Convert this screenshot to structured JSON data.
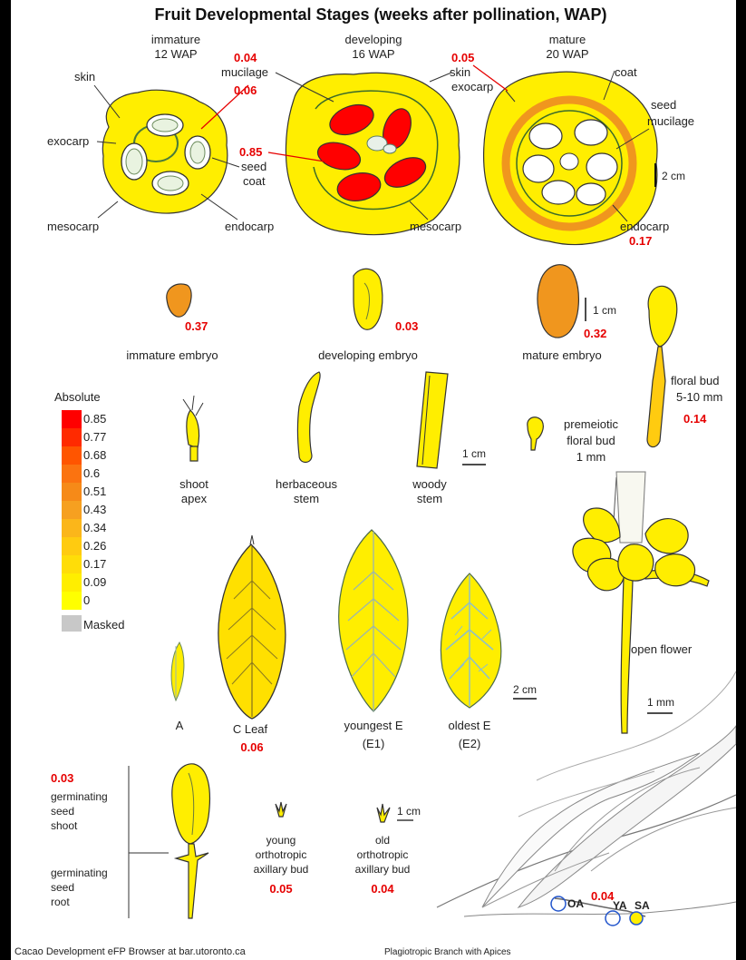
{
  "title": "Fruit Developmental Stages (weeks after pollination, WAP)",
  "colors": {
    "yellow": "#ffee00",
    "orange": "#f0961e",
    "red": "#ff0000",
    "masked": "#c8c8c8",
    "value_text": "#e60000"
  },
  "fruit": {
    "immature": {
      "stage": "immature",
      "wap": "12 WAP",
      "skin": "skin",
      "exocarp": "exocarp",
      "mesocarp": "mesocarp",
      "endocarp": "endocarp",
      "seed": "seed",
      "coat": "coat"
    },
    "developing": {
      "stage": "developing",
      "wap": "16 WAP",
      "mucilage": "mucilage",
      "mucilage_val": "0.04",
      "val_06": "0.06",
      "seed_coat_val": "0.85",
      "mesocarp": "mesocarp"
    },
    "mature": {
      "stage": "mature",
      "wap": "20 WAP",
      "skin": "skin",
      "skin_val": "0.05",
      "exocarp": "exocarp",
      "coat": "coat",
      "seed": "seed",
      "mucilage": "mucilage",
      "endocarp": "endocarp",
      "endocarp_val": "0.17",
      "scale": "2 cm"
    }
  },
  "embryos": {
    "immature": {
      "label": "immature embryo",
      "value": "0.37"
    },
    "developing": {
      "label": "developing embryo",
      "value": "0.03"
    },
    "mature": {
      "label": "mature embryo",
      "value": "0.32",
      "scale": "1 cm"
    }
  },
  "legend": {
    "title": "Absolute",
    "values": [
      "0.85",
      "0.77",
      "0.68",
      "0.6",
      "0.51",
      "0.43",
      "0.34",
      "0.26",
      "0.17",
      "0.09",
      "0"
    ],
    "colors": [
      "#ff0000",
      "#ff2a00",
      "#ff5500",
      "#fb7310",
      "#f68a18",
      "#f6a020",
      "#fbb61a",
      "#ffcb10",
      "#ffdd08",
      "#ffee00",
      "#ffff00"
    ],
    "masked": "Masked"
  },
  "stems": {
    "shoot_apex": [
      "shoot",
      "apex"
    ],
    "herbaceous": [
      "herbaceous",
      "stem"
    ],
    "woody": [
      "woody",
      "stem"
    ],
    "scale": "1 cm"
  },
  "floral": {
    "floral_bud": {
      "lines": [
        "floral bud",
        "5-10 mm"
      ],
      "value": "0.14"
    },
    "premeiotic": [
      "premeiotic",
      "floral bud",
      "1 mm"
    ],
    "open_flower": "open flower",
    "scale": "1 mm"
  },
  "leaves": {
    "a": {
      "label": "A"
    },
    "c": {
      "label": "C Leaf",
      "value": "0.06"
    },
    "e1": {
      "lines": [
        "youngest E",
        "(E1)"
      ]
    },
    "e2": {
      "lines": [
        "oldest E",
        "(E2)"
      ]
    },
    "scale": "2 cm"
  },
  "seedling": {
    "shoot_value": "0.03",
    "shoot": [
      "germinating",
      "seed",
      "shoot"
    ],
    "root": [
      "germinating",
      "seed",
      "root"
    ]
  },
  "buds": {
    "young": {
      "lines": [
        "young",
        "orthotropic",
        "axillary bud"
      ],
      "value": "0.05"
    },
    "old": {
      "lines": [
        "old",
        "orthotropic",
        "axillary bud"
      ],
      "value": "0.04"
    },
    "scale": "1 cm"
  },
  "branch": {
    "oa": "OA",
    "ya": "YA",
    "sa": "SA",
    "value": "0.04",
    "caption": "Plagiotropic Branch with Apices"
  },
  "footer": "Cacao Development eFP Browser at bar.utoronto.ca"
}
